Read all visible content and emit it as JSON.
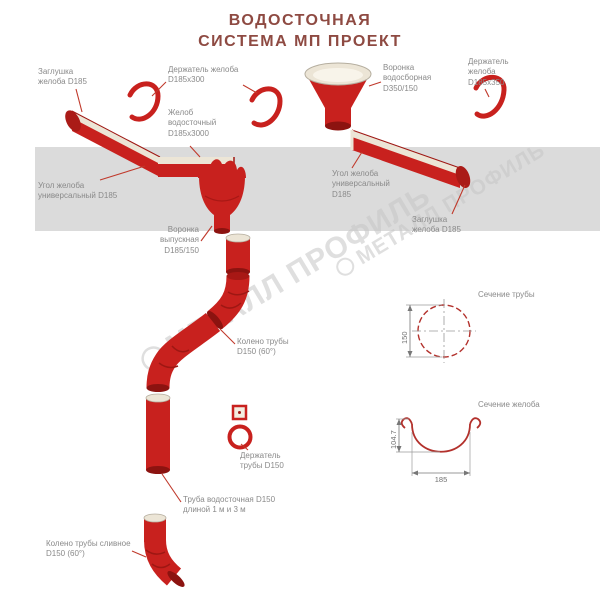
{
  "title": {
    "line1": "ВОДОСТОЧНАЯ",
    "line2": "СИСТЕМА МП ПРОЕКТ"
  },
  "watermark": {
    "text": "МЕТАЛЛ ПРОФИЛЬ"
  },
  "labels": {
    "end_cap_left": "Заглушка желоба D185",
    "gutter_holder_left": "Держатель желоба D185х300",
    "collector_funnel": "Воронка водосборная D350/150",
    "gutter_holder_right": "Держатель желоба D185х350",
    "gutter": "Желоб водосточный D185х3000",
    "gutter_corner_left": "Угол желоба универсальный D185",
    "gutter_corner_right": "Угол желоба универсальный D185",
    "end_cap_right": "Заглушка желоба D185",
    "outlet_funnel": "Воронка выпускная D185/150",
    "pipe_elbow": "Колено трубы D150 (60°)",
    "pipe_holder": "Держатель трубы D150",
    "downpipe": "Труба водосточная D150 длиной 1 м и 3 м",
    "drain_elbow": "Колено трубы сливное D150 (60°)",
    "pipe_section_title": "Сечение трубы",
    "gutter_section_title": "Сечение желоба"
  },
  "dimensions": {
    "pipe_diameter": "150",
    "gutter_height": "104.7",
    "gutter_width": "185"
  },
  "colors": {
    "part_red": "#c8211e",
    "part_dark_red": "#8c1310",
    "cream": "#ece5d6",
    "roof_gray": "#dbdbdb",
    "label_gray": "#8a8a8a",
    "title_red": "#8e4a42",
    "leader_red": "#c0392b",
    "watermark_gray": "#c6c6c6"
  }
}
